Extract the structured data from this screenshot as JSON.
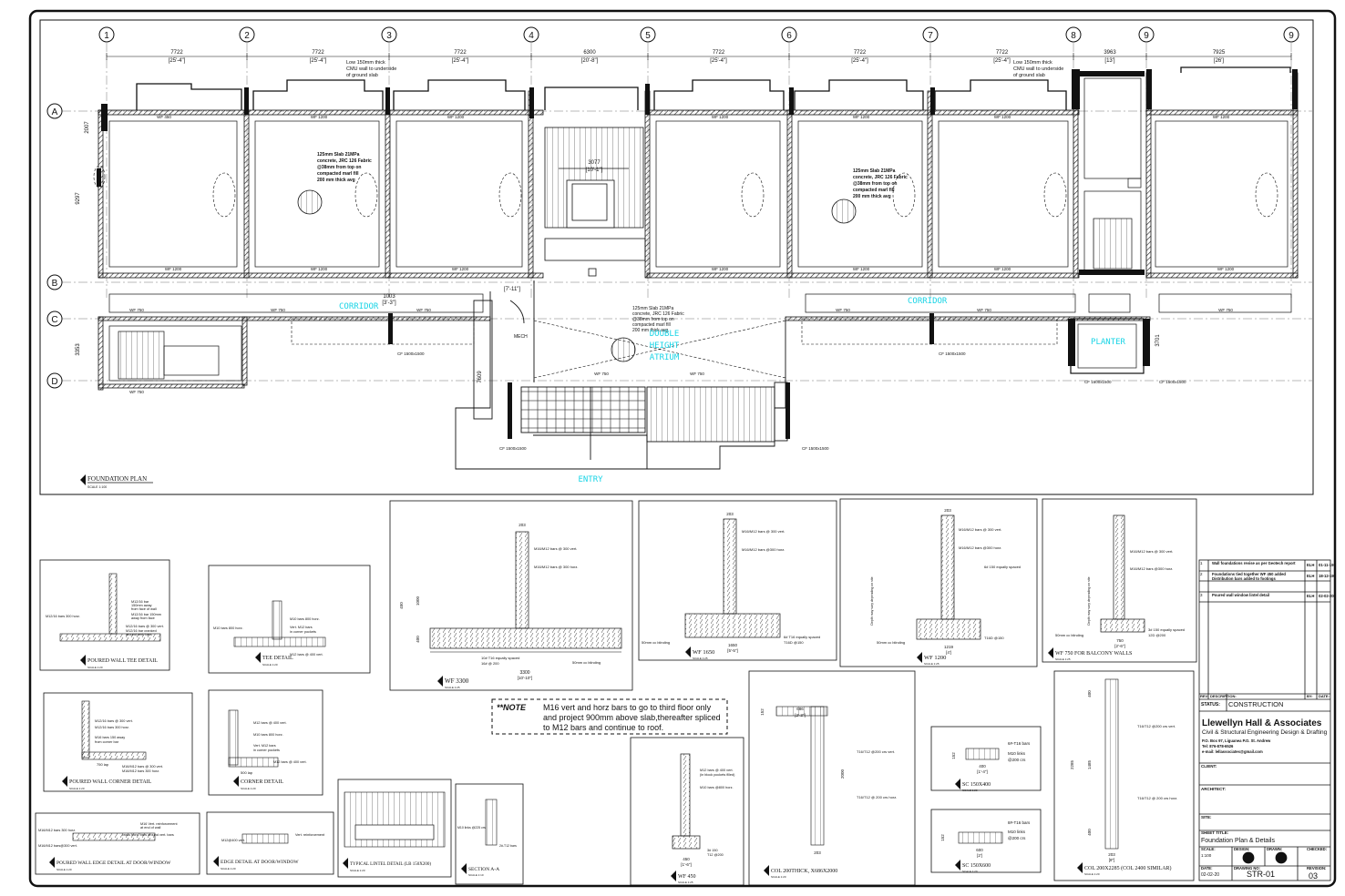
{
  "grid": {
    "columns": [
      "1",
      "2",
      "3",
      "4",
      "5",
      "6",
      "7",
      "8",
      "9",
      "9"
    ],
    "rows": [
      "A",
      "B",
      "C",
      "D"
    ],
    "spans": [
      {
        "mm": "7722",
        "ft": "[25'-4\"]"
      },
      {
        "mm": "7722",
        "ft": "[25'-4\"]"
      },
      {
        "mm": "7722",
        "ft": "[25'-4\"]"
      },
      {
        "mm": "6300",
        "ft": "[20'-8\"]"
      },
      {
        "mm": "7722",
        "ft": "[25'-4\"]"
      },
      {
        "mm": "7722",
        "ft": "[25'-4\"]"
      },
      {
        "mm": "7722",
        "ft": "[25'-4\"]"
      },
      {
        "mm": "3963",
        "ft": "[13']"
      },
      {
        "mm": "7925",
        "ft": "[26']"
      }
    ]
  },
  "plan": {
    "title": "FOUNDATION PLAN",
    "scale": "SCALE 1:100",
    "corridor_left": "CORRIDOR",
    "corridor_right": "CORRIDOR",
    "atrium": [
      "DOUBLE",
      "HEIGHT",
      "ATRIUM"
    ],
    "planter": "PLANTER",
    "entry": "ENTRY",
    "mech": "MECH",
    "cmu_note": [
      "Low 150mm thick",
      "CMU wall to underside",
      "of ground slab"
    ],
    "slab_note": [
      "125mm Slab 21MPa",
      "concrete, JRC 126 Fabric",
      "@38mm from top on",
      "compacted marl fill",
      "200 mm thick avg"
    ],
    "dims": {
      "stair": "3077",
      "stair_ft": "[10'-1\"]",
      "dim_1003": "1003",
      "dim_1003_ft": "[3'-3\"]",
      "corr_ft": "[7'-11\"]",
      "left_a": "2007",
      "left_b": "9297",
      "left_c": "3353",
      "atrium": "7609",
      "right_c": "3701"
    },
    "footing_labels": {
      "wf1200": "WF 1200",
      "wf450": "WF 450",
      "wf750": "WF 750",
      "cf": "CF 1500x1500"
    }
  },
  "details": {
    "tee": {
      "title": "POURED WALL TEE DETAIL",
      "scale": "SCALE 1:20",
      "notes": [
        "M12/16 bars 300 horz.",
        "M12/16 bar",
        "150mm away",
        "from face of wall",
        "M12/16 bar 150mm",
        "away from face",
        "M12/16 bars @ 300 vert.",
        "M12/16 bar cranked",
        "around vert. bars"
      ]
    },
    "tee2": {
      "title": "TEE DETAIL",
      "scale": "SCALE 1:20",
      "notes": [
        "M10 bars 800 horz.",
        "Vert. M12 bars",
        "in corner pockets",
        "M12 bars @ 400 vert.",
        "M10 bars 800 horz."
      ]
    },
    "corner": {
      "title": "POURED WALL CORNER DETAIL",
      "scale": "SCALE 1:20",
      "notes": [
        "M12/16 bars @ 300 vert.",
        "M12/16 bars 300 horz.",
        "M16 bars 150 away",
        "from corner bar",
        "M16/M12 bars @ 300 vert.",
        "M16/M12 bars 300 horz."
      ],
      "lap": "750 lap"
    },
    "corner2": {
      "title": "CORNER DETAIL",
      "scale": "SCALE 1:20",
      "notes": [
        "M12 bars @ 400 vert.",
        "M10 bars 800 horz.",
        "Vert. M12 bars",
        "in corner pockets",
        "M12 bars @ 400 vert."
      ],
      "lap": "500 lap"
    },
    "edge": {
      "title": "POURED WALL EDGE DETAIL AT DOOR/WINDOW",
      "scale": "SCALE 1:20",
      "notes": [
        "M16/M12 bars 300 horz.",
        "M16 Vert. reinforcement",
        "at end of wall",
        "M16/M12 bars@300 vert.",
        "cross horz. bars around vert. bars"
      ]
    },
    "edge2": {
      "title": "EDGE DETAIL AT DOOR/WINDOW",
      "scale": "SCALE 1:20",
      "notes": [
        "M12@400 vert.",
        "Vert. reinforcement"
      ]
    },
    "lintel": {
      "title": "TYPICAL LINTEL DETAIL (LB 150X200)",
      "scale": "SCALE 1:20"
    },
    "section": {
      "title": "SECTION A-A",
      "scale": "SCALE 1:10",
      "notes": [
        "M10 links @225 crs",
        "2#-T12 bars"
      ]
    },
    "wf3300": {
      "title": "WF 3300",
      "scale": "SCALE 1:25",
      "notes": [
        "M16/M12 bars @ 300 vert.",
        "M16/M12 bars @ 300 horz.",
        "10# T16 equally spaced",
        "16# @ 200",
        "50mm cc blinding"
      ],
      "width": "3300",
      "width_ft": "[10'-10\"]",
      "top": "203",
      "dims": [
        "450",
        "1000",
        "400"
      ]
    },
    "wf1650": {
      "title": "WF 1650",
      "scale": "SCALE 1:25",
      "notes": [
        "M16/M12 bars @ 300 vert.",
        "M16/M12 bars @300 horz.",
        "6# T16 equally spaced",
        "T16D @150",
        "50mm cc blinding"
      ],
      "width": "1650",
      "width_ft": "[5'-5\"]",
      "top": "203"
    },
    "wf1200": {
      "title": "WF 1200",
      "scale": "SCALE 1:25",
      "notes": [
        "M16/M12 bars @ 300 vert.",
        "M16/M12 bars @300 horz.",
        "6# 150 equally spaced",
        "T16D @150",
        "50mm cc blinding",
        "Depth may vary depending on site"
      ],
      "width": "1219",
      "width_ft": "[4']",
      "top": "203"
    },
    "wf750": {
      "title": "WF 750 FOR BALCONY WALLS",
      "scale": "SCALE 1:25",
      "notes": [
        "M16/M12 bars @ 300 vert.",
        "M16/M12 bars @300 horz.",
        "3# 150 equally spaced",
        "12D @200",
        "50mm cc blinding",
        "Depth may vary depending on site"
      ],
      "width": "750",
      "width_ft": "[2'-6\"]"
    },
    "wf450": {
      "title": "WF 450",
      "scale": "SCALE 1:25",
      "notes": [
        "M12 bars @ 400 vert.",
        "(in block pockets filled)",
        "M10 bars @800 horz.",
        "3# 150",
        "T12 @200"
      ],
      "width": "450",
      "width_ft": "[1'-6\"]"
    },
    "col200": {
      "title": "COL 200THICK, X686X2000",
      "scale": "SCALE 1:20",
      "notes": [
        "T16/T12 @200 crs vert.",
        "T16/T12 @ 200 crs horz."
      ],
      "dims": [
        "686",
        "[2'-3\"]",
        "152",
        "2000",
        "203"
      ]
    },
    "sc400": {
      "title": "SC 150X400",
      "scale": "SCALE 1:20",
      "notes": [
        "6#-T16 bars",
        "M10 links",
        "@200 crs"
      ],
      "dims": [
        "400",
        "[1'-4\"]",
        "152"
      ]
    },
    "sc600": {
      "title": "SC 150X600",
      "scale": "SCALE 1:20",
      "notes": [
        "8#-T16 bars",
        "M10 links",
        "@200 crs"
      ],
      "dims": [
        "600",
        "[2']",
        "152"
      ]
    },
    "col2285": {
      "title": "COL 200X2285 (COL 2400 SIMILAR)",
      "scale": "SCALE 1:20",
      "notes": [
        "T16/T12 @200 crs vert.",
        "T16/T12 @ 200 crs horz."
      ],
      "dims": [
        "203",
        "[8\"]",
        "2285",
        "1485",
        "400",
        "400"
      ]
    }
  },
  "note": {
    "label": "**NOTE",
    "lines": [
      "M16 vert and horz bars to go to third floor only",
      "and project 900mm above slab,thereafter spliced",
      "to M12 bars and continue to roof."
    ]
  },
  "title_block": {
    "revisions": [
      {
        "no": "1",
        "desc": "Wall foundations revise as per Geotech report",
        "by": "ELH",
        "date": "01-11-19"
      },
      {
        "no": "2",
        "desc": "Foundations tied together WF 450 added Distribution bars added to footings",
        "by": "ELH",
        "date": "18-12-19"
      },
      {
        "no": "3",
        "desc": "Poured wall window lintel detail",
        "by": "ELH",
        "date": "02-02-20"
      }
    ],
    "headers": {
      "rev": "REV:",
      "description": "DESCRIPTION:",
      "by": "BY:",
      "date": "DATE:"
    },
    "status_label": "STATUS:",
    "status": "CONSTRUCTION",
    "firm": "Llewellyn Hall & Associates",
    "firm_sub": "Civil & Structural Engineering Design & Drafting",
    "address": [
      "P.O. Box 97, Liguanea P.O. St. Andrew",
      "Tel: 876-878-6526",
      "e-mail: lellassociates@gmail.com"
    ],
    "client_label": "CLIENT:",
    "architect_label": "ARCHITECT:",
    "site_label": "SITE:",
    "sheet_title_label": "SHEET TITLE:",
    "sheet_title": "Foundation Plan & Details",
    "scale_label": "SCALE:",
    "scale": "1:100",
    "design_label": "DESIGN:",
    "drawn_label": "DRAWN:",
    "checked_label": "CHECKED:",
    "date_label": "DATE:",
    "date": "02-02-20",
    "drawing_no_label": "DRAWING NO:",
    "drawing_no": "STR-01",
    "revision_label": "REVISION:",
    "revision": "03"
  },
  "colors": {
    "annotation": "#19d4e6",
    "line": "#111111"
  }
}
